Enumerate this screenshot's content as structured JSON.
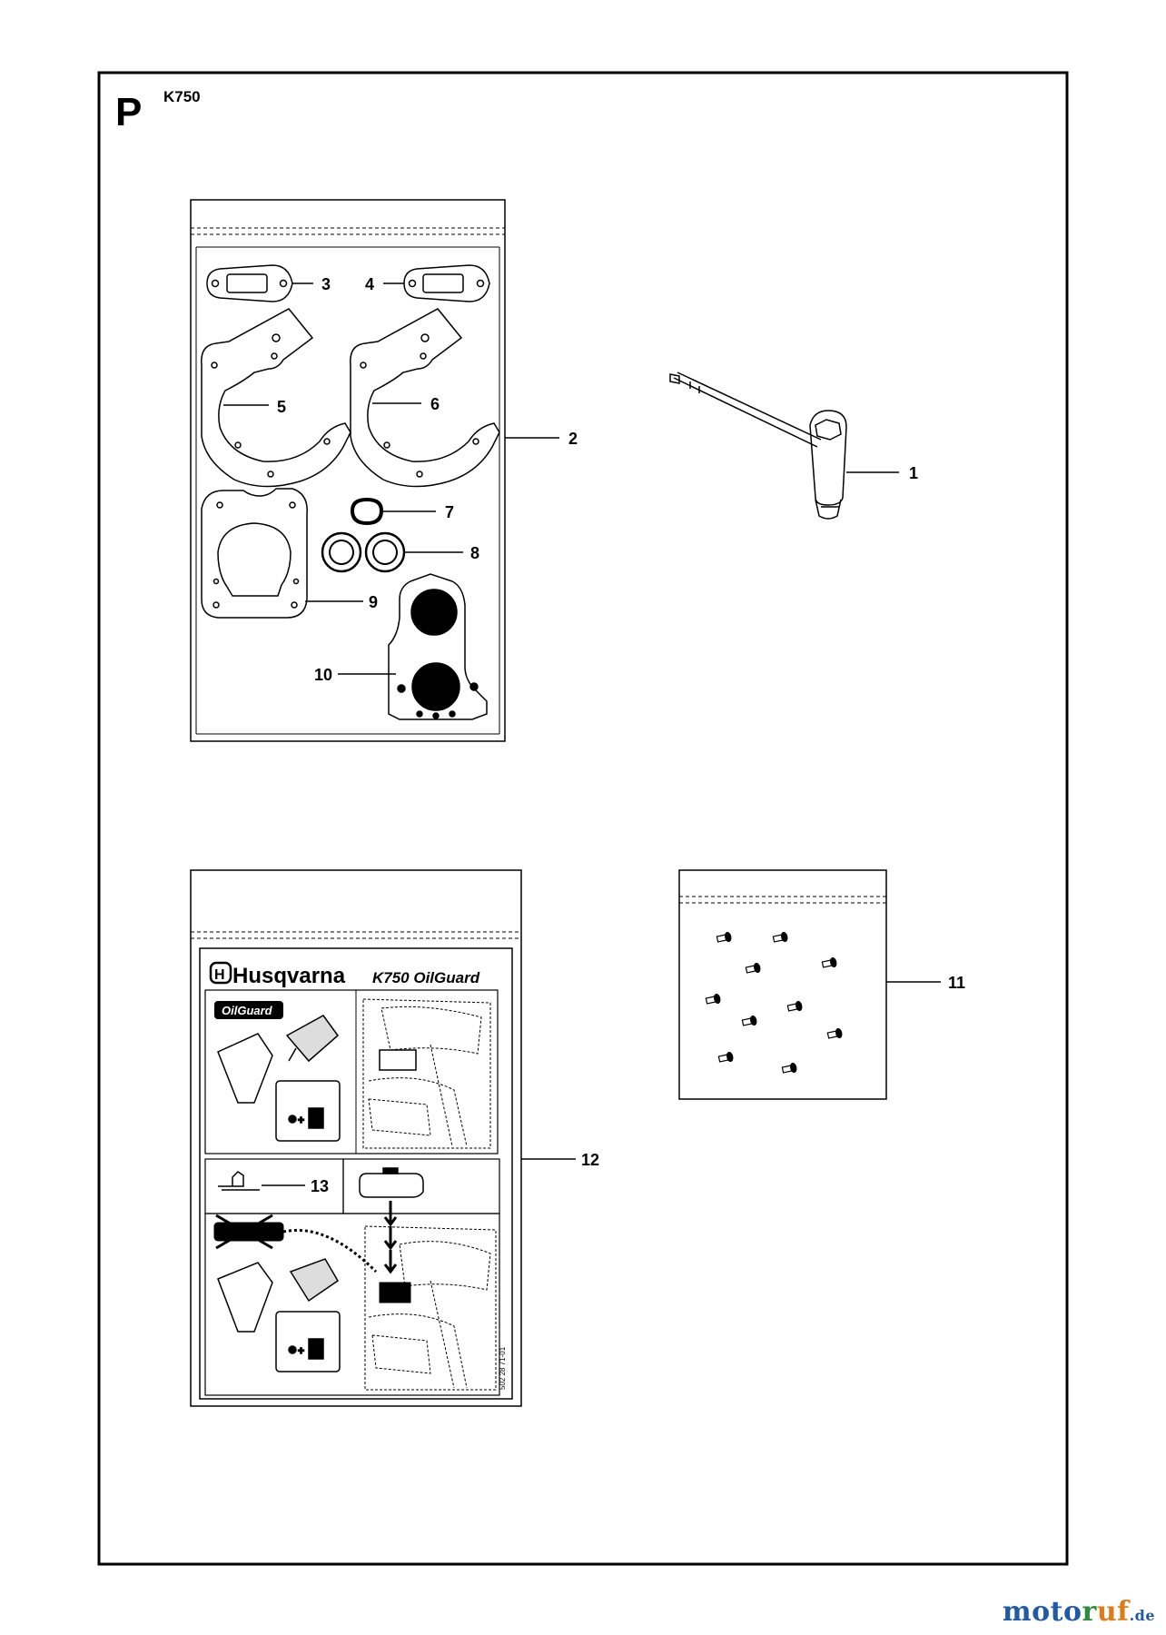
{
  "page": {
    "section_letter": "P",
    "model": "K750"
  },
  "callouts": {
    "c1": "1",
    "c2": "2",
    "c3": "3",
    "c4": "4",
    "c5": "5",
    "c6": "6",
    "c7": "7",
    "c8": "8",
    "c9": "9",
    "c10": "10",
    "c11": "11",
    "c12": "12",
    "c13": "13"
  },
  "decal": {
    "brand": "Husqvarna",
    "product": "K750 OilGuard",
    "badge": "OilGuard",
    "part_code": "502 28 71-01"
  },
  "watermark": {
    "part1": "moto",
    "part2": "r",
    "part3": "uf",
    "part4": ".de"
  },
  "colors": {
    "line": "#000000",
    "background": "#ffffff"
  }
}
